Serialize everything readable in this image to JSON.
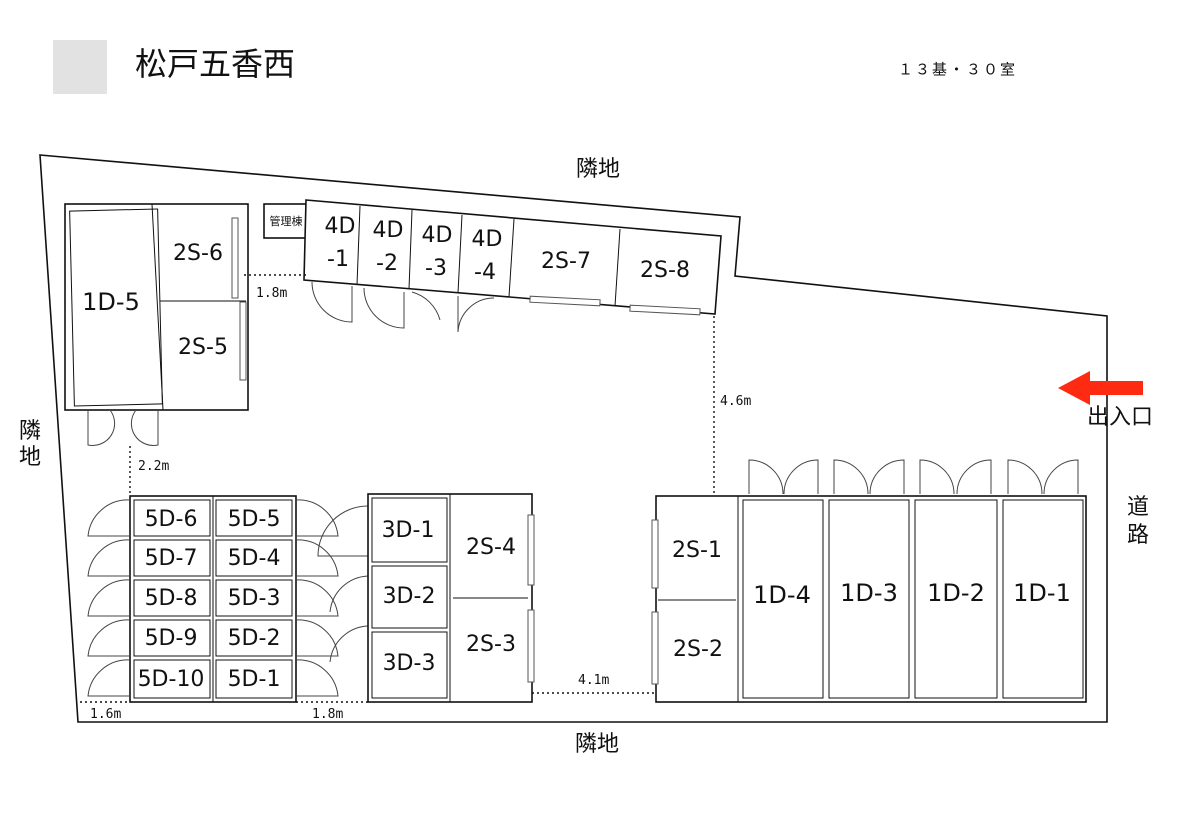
{
  "title": "松戸五香西",
  "summary": "１３基・３０室",
  "office_label": "管理棟",
  "entrance_label": "出入口",
  "colors": {
    "arrow": "#ff2a12",
    "logo_box": "#e2e2e2"
  },
  "side_labels": {
    "top": "隣地",
    "bottom": "隣地",
    "left": [
      "隣",
      "地"
    ],
    "right": [
      "道",
      "路"
    ]
  },
  "dimensions": {
    "gap_top_left": "1.8m",
    "gap_right_vertical": "4.6m",
    "gap_left_vertical": "2.2m",
    "gap_bottom_left": "1.6m",
    "gap_bottom_mid": "1.8m",
    "gap_bottom_right": "4.1m"
  },
  "units": {
    "u1D5": "1D-5",
    "u2S6": "2S-6",
    "u2S5": "2S-5",
    "u4D1": [
      "4D",
      "-1"
    ],
    "u4D2": [
      "4D",
      "-2"
    ],
    "u4D3": [
      "4D",
      "-3"
    ],
    "u4D4": [
      "4D",
      "-4"
    ],
    "u2S7": "2S-7",
    "u2S8": "2S-8",
    "u5D6": "5D-6",
    "u5D7": "5D-7",
    "u5D8": "5D-8",
    "u5D9": "5D-9",
    "u5D10": "5D-10",
    "u5D5": "5D-5",
    "u5D4": "5D-4",
    "u5D3": "5D-3",
    "u5D2": "5D-2",
    "u5D1": "5D-1",
    "u3D1": "3D-1",
    "u3D2": "3D-2",
    "u3D3": "3D-3",
    "u2S4": "2S-4",
    "u2S3": "2S-3",
    "u2S1": "2S-1",
    "u2S2": "2S-2",
    "u1D4": "1D-4",
    "u1D3": "1D-3",
    "u1D2": "1D-2",
    "u1D1": "1D-1"
  }
}
